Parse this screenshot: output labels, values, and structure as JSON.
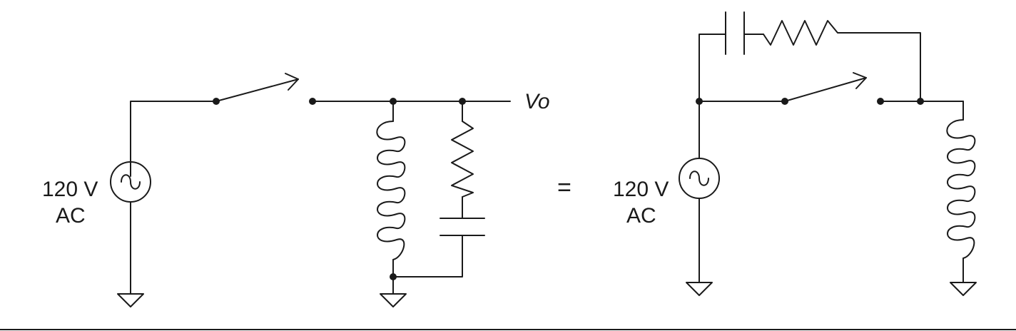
{
  "left_circuit": {
    "source_voltage": "120 V",
    "source_type": "AC",
    "output_label": "Vo"
  },
  "equals_sign": "=",
  "right_circuit": {
    "source_voltage": "120 V",
    "source_type": "AC"
  },
  "colors": {
    "ink": "#1a1a1a",
    "background": "#ffffff"
  }
}
